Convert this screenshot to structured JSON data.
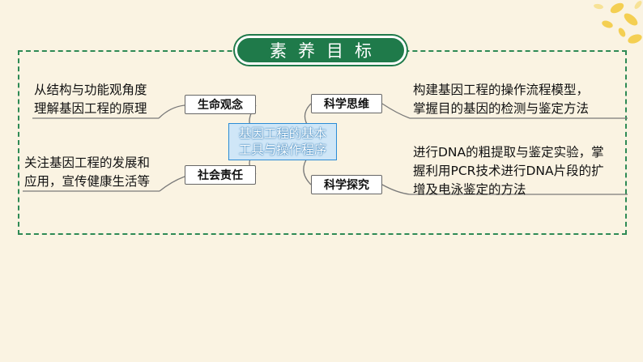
{
  "title": "素养目标",
  "center": {
    "line1": "基因工程的基本",
    "line2": "工具与操作程序"
  },
  "left": [
    {
      "tag": "生命观念",
      "lines": [
        "从结构与功能观角度",
        "理解基因工程的原理"
      ]
    },
    {
      "tag": "社会责任",
      "lines": [
        "关注基因工程的发展和",
        "应用，宣传健康生活等"
      ]
    }
  ],
  "right": [
    {
      "tag": "科学思维",
      "lines": [
        "构建基因工程的操作流程模型，",
        "掌握目的基因的检测与鉴定方法"
      ]
    },
    {
      "tag": "科学探究",
      "lines": [
        "进行DNA的粗提取与鉴定实验，掌",
        "握利用PCR技术进行DNA片段的扩",
        "增及电泳鉴定的方法"
      ]
    }
  ],
  "colors": {
    "frame": "#2e8a55",
    "pill": "#1f7a4a",
    "center_fill": "#cfe6f7",
    "center_border": "#2b8cd6",
    "background": "#faf3e2"
  }
}
